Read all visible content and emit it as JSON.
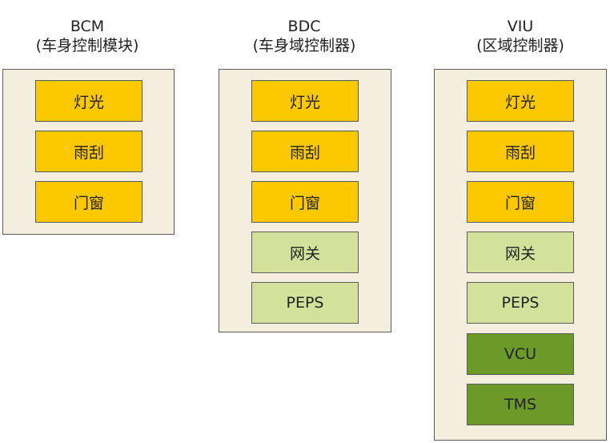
{
  "columns": [
    {
      "title": "BCM",
      "subtitle": "(车身控制模块)",
      "blocks": [
        {
          "label": "灯光",
          "color": "#fcc800"
        },
        {
          "label": "雨刮",
          "color": "#fcc800"
        },
        {
          "label": "门窗",
          "color": "#fcc800"
        }
      ]
    },
    {
      "title": "BDC",
      "subtitle": "(车身域控制器)",
      "blocks": [
        {
          "label": "灯光",
          "color": "#fcc800"
        },
        {
          "label": "雨刮",
          "color": "#fcc800"
        },
        {
          "label": "门窗",
          "color": "#fcc800"
        },
        {
          "label": "网关",
          "color": "#d4e19a"
        },
        {
          "label": "PEPS",
          "color": "#d4e19a"
        }
      ]
    },
    {
      "title": "VIU",
      "subtitle": "(区域控制器)",
      "blocks": [
        {
          "label": "灯光",
          "color": "#fcc800"
        },
        {
          "label": "雨刮",
          "color": "#fcc800"
        },
        {
          "label": "门窗",
          "color": "#fcc800"
        },
        {
          "label": "网关",
          "color": "#d4e19a"
        },
        {
          "label": "PEPS",
          "color": "#d4e19a"
        },
        {
          "label": "VCU",
          "color": "#6b9a28"
        },
        {
          "label": "TMS",
          "color": "#6b9a28"
        }
      ]
    }
  ]
}
